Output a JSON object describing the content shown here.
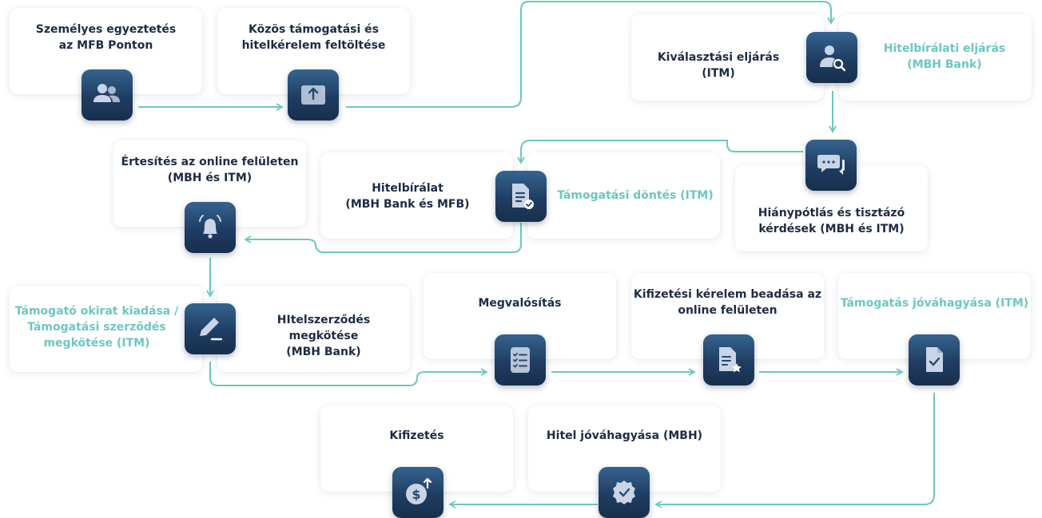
{
  "steps": {
    "personal_consultation": "Személyes egyeztetés\naz MFB Ponton",
    "upload_application": "Közös támogatási és\nhitelkérelem feltöltése",
    "selection_procedure": "Kiválasztási eljárás (ITM)",
    "credit_review_procedure": "Hitelbírálati eljárás\n(MBH Bank)",
    "online_notification": "Értesítés az online felületen\n(MBH és ITM)",
    "credit_assessment": "Hitelbírálat\n(MBH Bank és MFB)",
    "support_decision": "Támogatási döntés (ITM)",
    "missing_docs": "Hiánypótlás és tisztázó\nkérdések (MBH és ITM)",
    "support_deed": "Támogató okirat kiadása /\nTámogatási szerződés\nmegkötése (ITM)",
    "loan_contract": "HItelszerződés megkötése\n(MBH Bank)",
    "implementation": "Megvalósítás",
    "payment_request": "Kifizetési kérelem beadása az\nonline felületen",
    "support_approval": "Támogatás jóváhagyása (ITM)",
    "payout": "Kifizetés",
    "loan_approval": "Hitel jóváhagyása (MBH)"
  },
  "colors": {
    "accent_teal": "#6cc7bf",
    "text_dark": "#1c2b45",
    "icon_box": "#1f3d62",
    "connector": "#6cc7bf"
  },
  "icons": [
    "users-icon",
    "upload-icon",
    "user-search-icon",
    "document-check-icon",
    "chat-icon",
    "bell-icon",
    "pen-icon",
    "checklist-icon",
    "document-star-icon",
    "file-check-icon",
    "badge-check-icon",
    "dollar-up-icon"
  ]
}
